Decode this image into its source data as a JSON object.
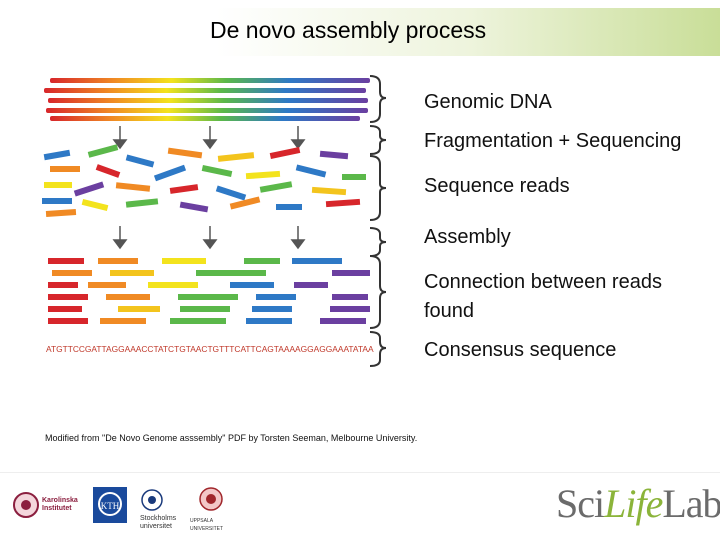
{
  "title": "De novo assembly process",
  "steps": [
    {
      "label": "Genomic DNA"
    },
    {
      "label": "Fragmentation + Sequencing"
    },
    {
      "label": "Sequence reads"
    },
    {
      "label": "Assembly"
    },
    {
      "label": "Connection between reads found"
    },
    {
      "label": "Consensus sequence"
    }
  ],
  "consensus_sequence": "ATGTTCCGATTAGGAAACCTATCTGTAACTGTTTCATTCAGTAAAAGGAGGAAATATAA",
  "credit": "Modified from \"De Novo Genome asssembly\" PDF by Torsten Seeman, Melbourne University.",
  "logos": {
    "karolinska": "Karolinska Institutet",
    "kth": "KTH",
    "stockholm": "Stockholms universitet",
    "uppsala": "UPPSALA UNIVERSITET",
    "scilifelab_a": "Sci",
    "scilifelab_b": "Life",
    "scilifelab_c": "Lab"
  },
  "colors": {
    "title_gradient_end": "#c9de98",
    "consensus_text": "#c0392b",
    "brand_green": "#8bb43a"
  }
}
